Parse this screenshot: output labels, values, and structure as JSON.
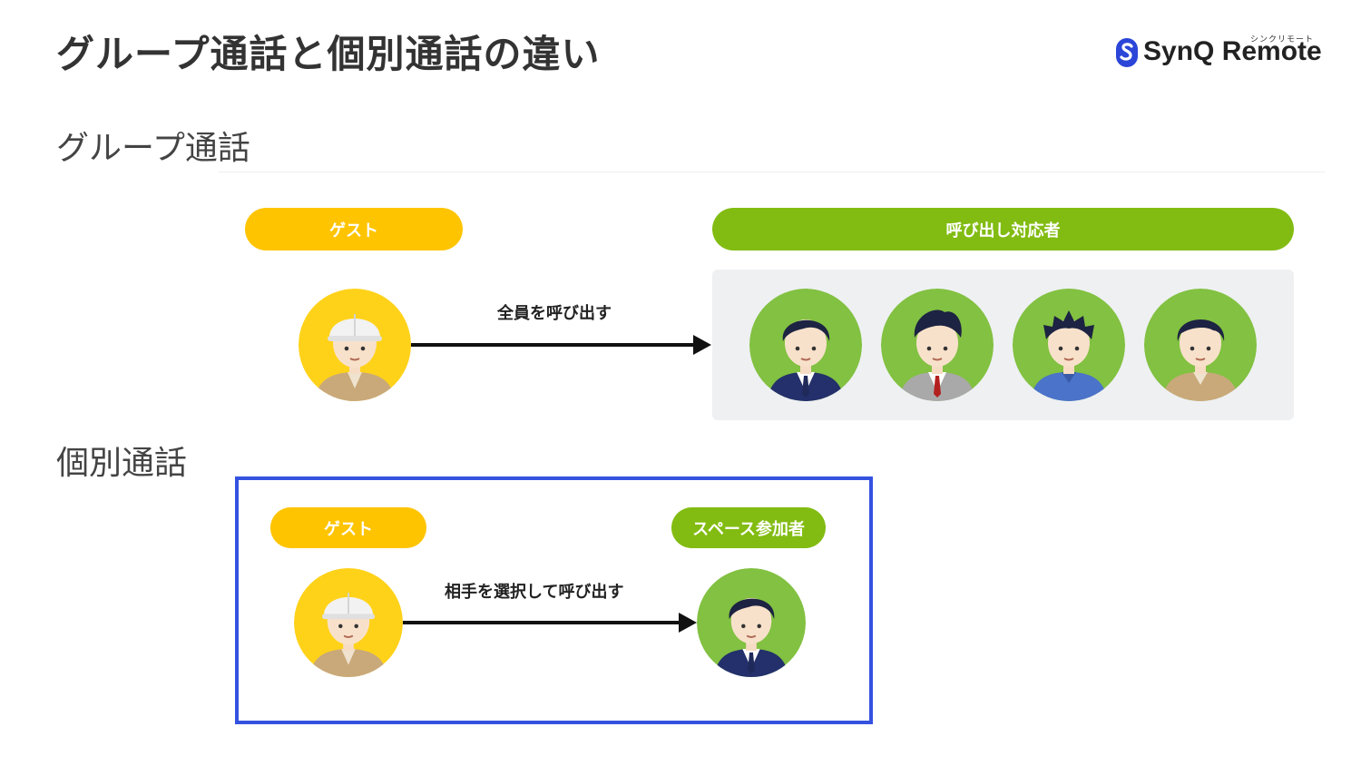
{
  "page": {
    "title": "グループ通話と個別通話の違い"
  },
  "logo": {
    "name": "SynQ Remote",
    "kana": "シンクリモート",
    "mark_color": "#2b45d8"
  },
  "group_call": {
    "section_title": "グループ通話",
    "guest_label": "ゲスト",
    "responders_label": "呼び出し対応者",
    "arrow_label": "全員を呼び出す"
  },
  "individual_call": {
    "section_title": "個別通話",
    "guest_label": "ゲスト",
    "member_label": "スペース参加者",
    "arrow_label": "相手を選択して呼び出す"
  },
  "colors": {
    "guest_yellow": "#ffc400",
    "responder_green": "#82bc12",
    "highlight_blue": "#3452e0",
    "panel_gray": "#eef0f2"
  }
}
